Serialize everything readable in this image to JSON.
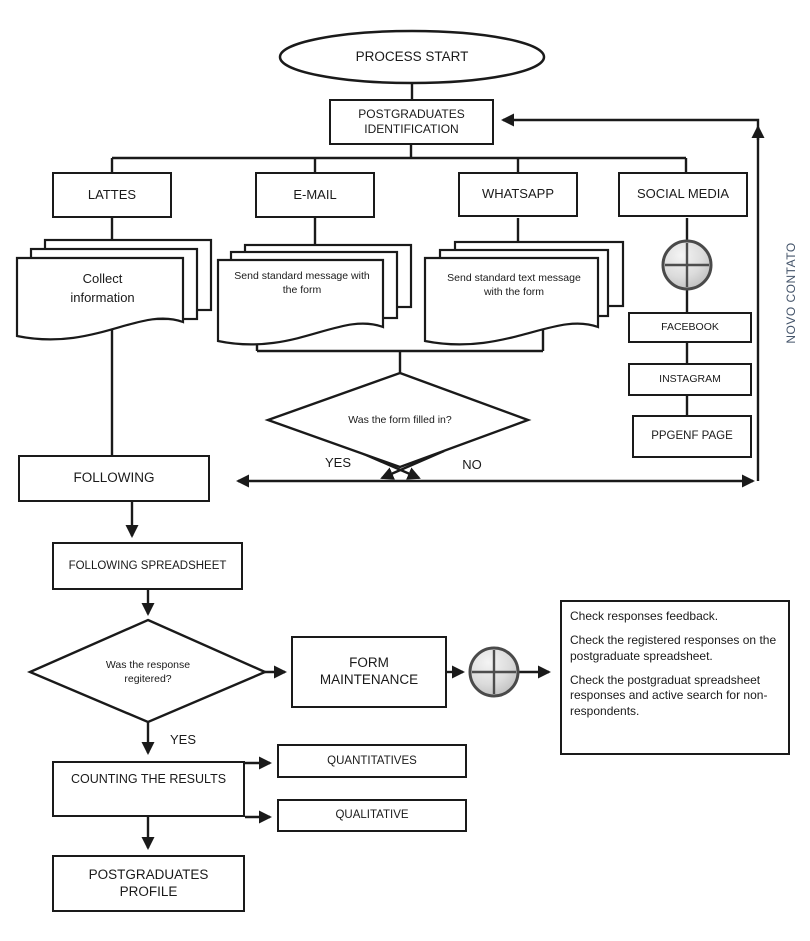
{
  "nodes": {
    "process_start": "PROCESS START",
    "postgrad_identification": "POSTGRADUATES IDENTIFICATION",
    "lattes": "LATTES",
    "email": "E-MAIL",
    "whatsapp": "WHATSAPP",
    "social_media": "SOCIAL MEDIA",
    "collect_information": "Collect information",
    "email_message": "Send standard message with the form",
    "whatsapp_message": "Send standard text message with the form",
    "facebook": "FACEBOOK",
    "instagram": "INSTAGRAM",
    "ppgenf_page": "PPGENF PAGE",
    "decision_form_filled": "Was the form filled in?",
    "following": "FOLLOWING",
    "following_spreadsheet": "FOLLOWING SPREADSHEET",
    "decision_response_registered": "Was the response regitered?",
    "form_maintenance": "FORM MAINTENANCE",
    "counting_results": "COUNTING THE RESULTS",
    "quantitatives": "QUANTITATIVES",
    "qualitative": "QUALITATIVE",
    "postgraduates_profile": "POSTGRADUATES PROFILE"
  },
  "labels": {
    "yes_form": "YES",
    "no_form": "NO",
    "yes_response": "YES",
    "novo_contato": "NOVO CONTATO"
  },
  "checklist": {
    "item1": "Check responses feedback.",
    "item2": "Check the registered responses on the postgraduate spreadsheet.",
    "item3": "Check the postgraduat spreadsheet responses and active search for non-respondents."
  },
  "icons": {
    "circle_plus_1": "circle-plus-connector-icon",
    "circle_plus_2": "circle-plus-connector-icon"
  },
  "colors": {
    "line": "#1a1a1a",
    "novo_contato_text": "#44546a",
    "connector_sphere_fill": "#d6d6d6",
    "connector_sphere_stroke": "#4a4a4a",
    "background": "#ffffff"
  }
}
